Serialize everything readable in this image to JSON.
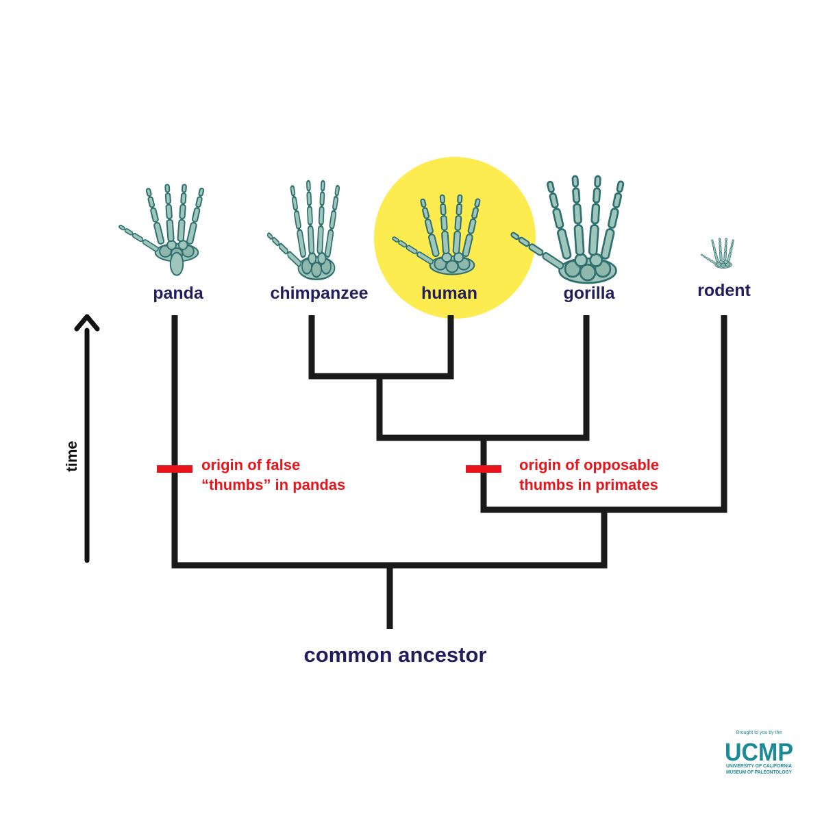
{
  "taxa": {
    "panda": "panda",
    "chimpanzee": "chimpanzee",
    "human": "human",
    "gorilla": "gorilla",
    "rodent": "rodent"
  },
  "root_label": "common ancestor",
  "time_axis_label": "time",
  "events": {
    "false_thumbs": {
      "line1": "origin of false",
      "line2": "“thumbs” in pandas",
      "color": "#e8141c"
    },
    "opposable_thumbs": {
      "line1": "origin of opposable",
      "line2": "thumbs in primates",
      "color": "#e8141c"
    }
  },
  "highlight": {
    "taxon": "human",
    "color": "#fdec50"
  },
  "colors": {
    "label_text": "#221e5c",
    "branches": "#1a1a1a",
    "bones": "#9fc6ba",
    "bone_outline": "#2f6f70",
    "logo": "#1a8b96"
  },
  "icons": [
    "panda-hand-skeleton-icon",
    "chimpanzee-hand-skeleton-icon",
    "human-hand-skeleton-icon",
    "gorilla-hand-skeleton-icon",
    "rodent-hand-skeleton-icon"
  ],
  "logo": {
    "tagline": "Brought to you by the",
    "wordmark": "UCMP",
    "line1": "UNIVERSITY OF CALIFORNIA",
    "line2": "MUSEUM OF PALEONTOLOGY"
  }
}
